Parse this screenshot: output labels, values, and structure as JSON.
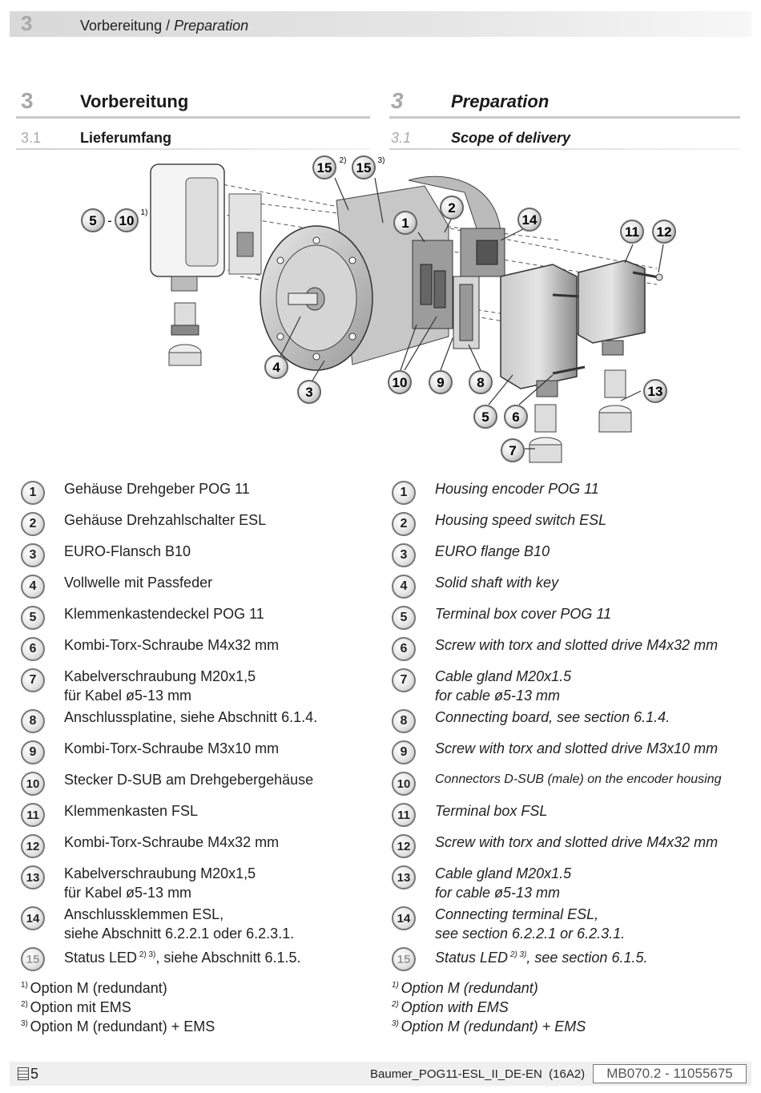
{
  "header": {
    "chapter": "3",
    "title": "Vorbereitung",
    "title_en": "Preparation"
  },
  "section": {
    "de": {
      "num": "3",
      "title": "Vorbereitung",
      "sub_num": "3.1",
      "sub_title": "Lieferumfang"
    },
    "en": {
      "num": "3",
      "title": "Preparation",
      "sub_num": "3.1",
      "sub_title": "Scope of delivery"
    }
  },
  "figure": {
    "callouts": [
      "15",
      "15",
      "5",
      "10",
      "1",
      "2",
      "14",
      "11",
      "12",
      "4",
      "3",
      "10",
      "9",
      "8",
      "13",
      "5",
      "6",
      "7"
    ],
    "callout_sups": [
      "2)",
      "3)",
      "1)"
    ],
    "dash": "-"
  },
  "items_de": [
    {
      "num": "1",
      "lines": [
        "Gehäuse Drehgeber POG 11"
      ]
    },
    {
      "num": "2",
      "lines": [
        "Gehäuse Drehzahlschalter ESL"
      ]
    },
    {
      "num": "3",
      "lines": [
        "EURO-Flansch B10"
      ]
    },
    {
      "num": "4",
      "lines": [
        "Vollwelle mit Passfeder"
      ]
    },
    {
      "num": "5",
      "lines": [
        "Klemmenkastendeckel POG 11"
      ]
    },
    {
      "num": "6",
      "lines": [
        "Kombi-Torx-Schraube M4x32 mm"
      ]
    },
    {
      "num": "7",
      "lines": [
        "Kabelverschraubung M20x1,5",
        "für Kabel ø5-13 mm"
      ]
    },
    {
      "num": "8",
      "lines": [
        "Anschlussplatine, siehe Abschnitt 6.1.4."
      ]
    },
    {
      "num": "9",
      "lines": [
        "Kombi-Torx-Schraube M3x10 mm"
      ]
    },
    {
      "num": "10",
      "lines": [
        "Stecker D-SUB am Drehgebergehäuse"
      ]
    },
    {
      "num": "11",
      "lines": [
        "Klemmenkasten FSL"
      ]
    },
    {
      "num": "12",
      "lines": [
        "Kombi-Torx-Schraube M4x32 mm"
      ]
    },
    {
      "num": "13",
      "lines": [
        "Kabelverschraubung M20x1,5",
        "für Kabel ø5-13 mm"
      ]
    },
    {
      "num": "14",
      "lines": [
        "Anschlussklemmen ESL,",
        "siehe Abschnitt 6.2.2.1 oder 6.2.3.1."
      ]
    },
    {
      "num": "15",
      "pre": "Status LED",
      "sup": "2) 3)",
      "post": ", siehe Abschnitt 6.1.5."
    }
  ],
  "items_en": [
    {
      "num": "1",
      "lines": [
        "Housing encoder POG 11"
      ]
    },
    {
      "num": "2",
      "lines": [
        "Housing speed switch ESL"
      ]
    },
    {
      "num": "3",
      "lines": [
        "EURO flange B10"
      ]
    },
    {
      "num": "4",
      "lines": [
        "Solid shaft with key"
      ]
    },
    {
      "num": "5",
      "lines": [
        "Terminal box cover POG 11"
      ]
    },
    {
      "num": "6",
      "lines": [
        "Screw with torx and slotted drive M4x32 mm"
      ]
    },
    {
      "num": "7",
      "lines": [
        "Cable gland M20x1.5",
        "for cable ø5-13 mm"
      ]
    },
    {
      "num": "8",
      "lines": [
        "Connecting board, see section 6.1.4."
      ]
    },
    {
      "num": "9",
      "lines": [
        "Screw with torx and slotted drive M3x10 mm"
      ]
    },
    {
      "num": "10",
      "lines": [
        "Connectors D-SUB (male) on the encoder housing"
      ]
    },
    {
      "num": "11",
      "lines": [
        "Terminal box FSL"
      ]
    },
    {
      "num": "12",
      "lines": [
        "Screw with torx and slotted drive M4x32 mm"
      ]
    },
    {
      "num": "13",
      "lines": [
        "Cable gland M20x1.5",
        "for cable ø5-13 mm"
      ]
    },
    {
      "num": "14",
      "lines": [
        "Connecting terminal ESL,",
        "see section 6.2.2.1 or 6.2.3.1."
      ]
    },
    {
      "num": "15",
      "pre": "Status LED",
      "sup": "2) 3)",
      "post": ", see section 6.1.5."
    }
  ],
  "footnotes_de": [
    {
      "mark": "1)",
      "text": "Option M (redundant)"
    },
    {
      "mark": "2)",
      "text": "Option mit EMS"
    },
    {
      "mark": "3)",
      "text": "Option M (redundant) + EMS"
    }
  ],
  "footnotes_en": [
    {
      "mark": "1)",
      "text": "Option M (redundant)"
    },
    {
      "mark": "2)",
      "text": "Option with EMS"
    },
    {
      "mark": "3)",
      "text": "Option M (redundant) + EMS"
    }
  ],
  "footer": {
    "page": "5",
    "doc": "Baumer_POG11-ESL_II_DE-EN  (16A2)",
    "code": "MB070.2 - 11055675",
    "icon": "document-icon"
  }
}
